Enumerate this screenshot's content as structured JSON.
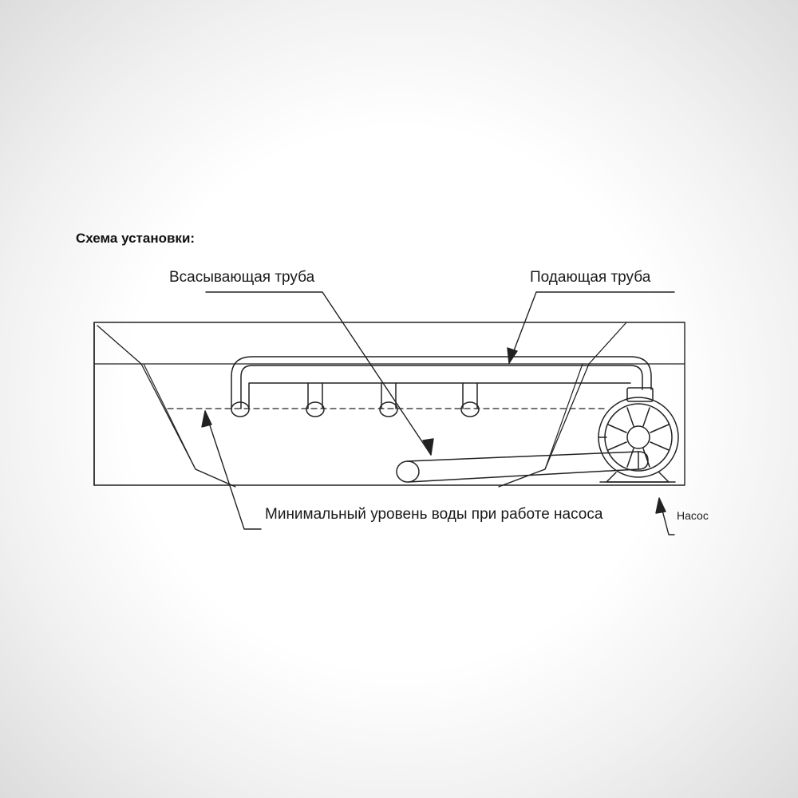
{
  "title": "Схема установки:",
  "labels": {
    "suction_pipe": "Всасывающая труба",
    "supply_pipe": "Подающая труба",
    "min_water_level": "Минимальный уровень воды при работе насоса",
    "pump": "Насос"
  },
  "colors": {
    "stroke": "#222222",
    "text": "#1a1a1a"
  }
}
